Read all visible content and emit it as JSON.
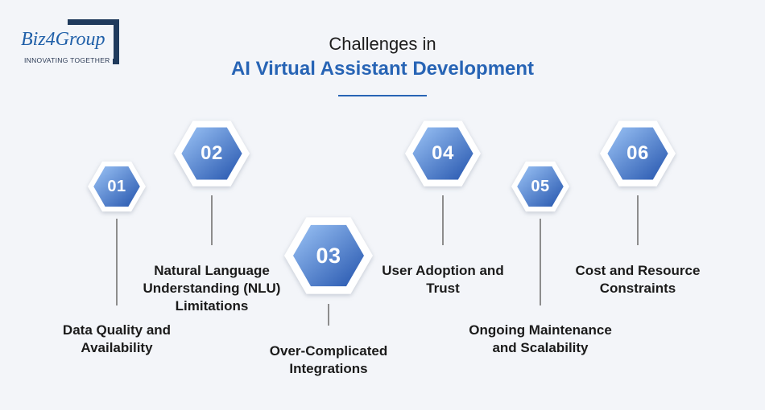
{
  "logo": {
    "word": "Biz4Group",
    "tagline": "INNOVATING TOGETHER"
  },
  "title": {
    "line1": "Challenges in",
    "line2": "AI Virtual Assistant Development"
  },
  "colors": {
    "accent": "#2764b5",
    "hex_light": "#9cc4f6",
    "hex_dark": "#2454ad",
    "frame": "#1f3a5c"
  },
  "steps": [
    {
      "number": "01",
      "lines": [
        "Data Quality and",
        "Availability"
      ]
    },
    {
      "number": "02",
      "lines": [
        "Natural Language",
        "Understanding (NLU)",
        "Limitations"
      ]
    },
    {
      "number": "03",
      "lines": [
        "Over-Complicated",
        "Integrations"
      ]
    },
    {
      "number": "04",
      "lines": [
        "User Adoption and",
        "Trust"
      ]
    },
    {
      "number": "05",
      "lines": [
        "Ongoing Maintenance",
        "and Scalability"
      ]
    },
    {
      "number": "06",
      "lines": [
        "Cost and Resource",
        "Constraints"
      ]
    }
  ]
}
